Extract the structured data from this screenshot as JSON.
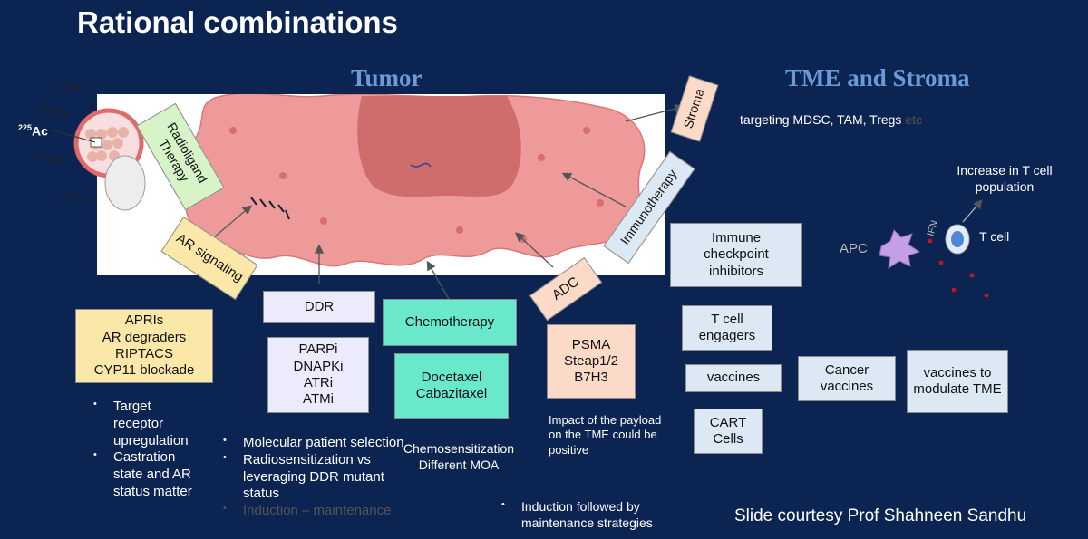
{
  "title": "Rational combinations",
  "headers": {
    "tumor": "Tumor",
    "tme": "TME and Stroma"
  },
  "isotopes": [
    {
      "mass": "211",
      "symbol": "At"
    },
    {
      "mass": "223",
      "symbol": "Ra"
    },
    {
      "mass": "225",
      "symbol": "Ac"
    },
    {
      "mass": "212",
      "symbol": "Pb"
    },
    {
      "mass": "177",
      "symbol": "Lu"
    }
  ],
  "boxes": {
    "radioligand": "Radioligand Therapy",
    "ar_signaling": "AR signaling",
    "stroma": "Stroma",
    "immunotherapy": "Immunotherapy",
    "adc": "ADC",
    "ddr": "DDR",
    "chemotherapy": "Chemotherapy",
    "apris": [
      "APRIs",
      "AR degraders",
      "RIPTACS",
      "CYP11 blockade"
    ],
    "parpi": [
      "PARPi",
      "DNAPKi",
      "ATRi",
      "ATMi"
    ],
    "docetaxel": [
      "Docetaxel",
      "Cabazitaxel"
    ],
    "psma": [
      "PSMA",
      "Steap1/2",
      "B7H3"
    ],
    "checkpoint": "Immune checkpoint inhibitors",
    "tcell_engagers": "T cell engagers",
    "vaccines": "vaccines",
    "cancer_vaccines": "Cancer vaccines",
    "vaccines_tme": "vaccines to modulate TME",
    "cart": "CART Cells"
  },
  "texts": {
    "targeting": "targeting MDSC, TAM, Tregs",
    "etc": "etc",
    "increase": "Increase in T cell population",
    "apc": "APC",
    "ifn": "IFN",
    "tcell": "T cell",
    "chemosens": "Chemosensitization",
    "diff_moa": "Different MOA",
    "impact": "Impact of the payload on the TME could be positive",
    "courtesy": "Slide courtesy Prof Shahneen Sandhu"
  },
  "bullets_ar": [
    "Target receptor upregulation",
    "Castration state and AR status matter"
  ],
  "bullets_ddr": [
    "Molecular patient selection",
    "Radiosensitization vs leveraging DDR mutant status",
    "Induction – maintenance"
  ],
  "bullets_adc": [
    "Induction followed by maintenance strategies"
  ],
  "colors": {
    "background": "#0b2451",
    "header": "#6b9bd6",
    "green_box": "#d6f4c8",
    "yellow_box": "#fbe8a8",
    "peach_box": "#fbdac8",
    "lavender_box": "#ebebfb",
    "teal_box": "#6ae8cc",
    "blue_box": "#dde8f5",
    "tumor": "#ef9a9a"
  }
}
